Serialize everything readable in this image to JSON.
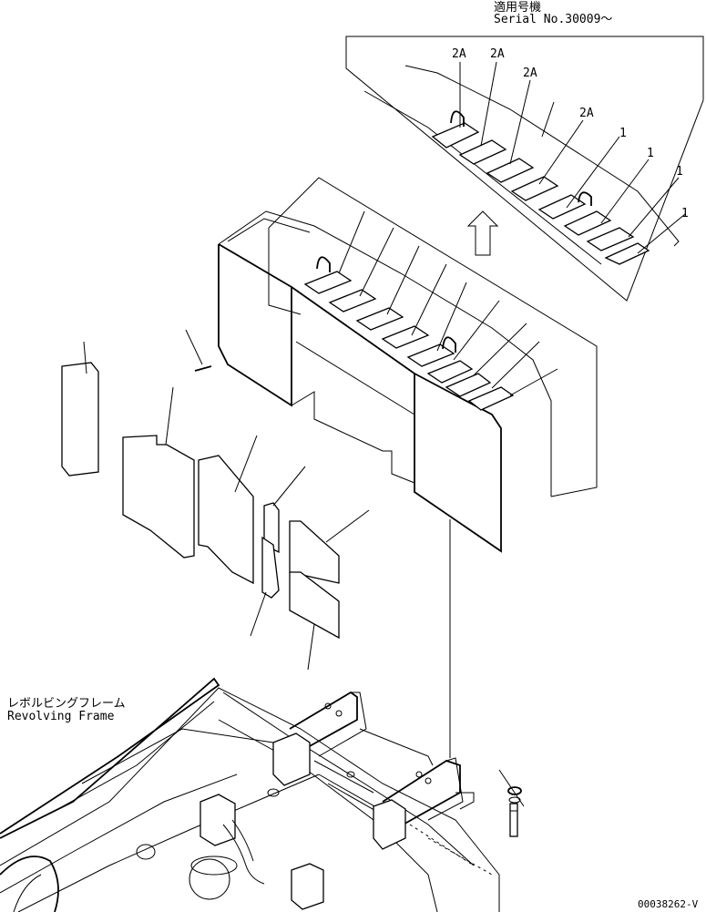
{
  "header": {
    "applicable_jp": "適用号機",
    "serial": "Serial No.30009～"
  },
  "frame_label": {
    "jp": "レボルビングフレーム",
    "en": "Revolving Frame"
  },
  "callouts": {
    "a1": "2A",
    "a2": "2A",
    "a3": "2A",
    "a4": "2A",
    "b1": "1",
    "b2": "1",
    "b3": "1",
    "b4": "1"
  },
  "drawing_number": "00038262-V"
}
